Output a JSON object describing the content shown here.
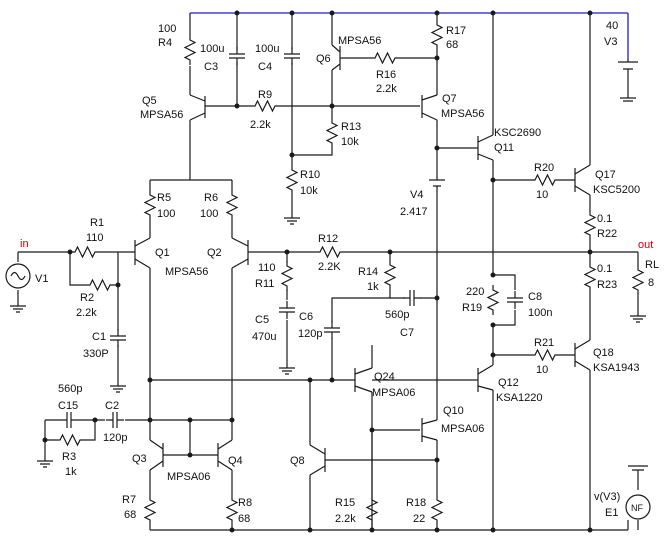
{
  "parts": {
    "R4": {
      "name": "R4",
      "value": "100"
    },
    "C3": {
      "name": "C3",
      "value": "100u"
    },
    "C4": {
      "name": "C4",
      "value": "100u"
    },
    "Q6": {
      "name": "Q6",
      "model": "MPSA56"
    },
    "R16": {
      "name": "R16",
      "value": "2.2k"
    },
    "R17": {
      "name": "R17",
      "value": "68"
    },
    "Q5": {
      "name": "Q5",
      "model": "MPSA56"
    },
    "R9": {
      "name": "R9",
      "value": "2.2k"
    },
    "Q7": {
      "name": "Q7",
      "model": "MPSA56"
    },
    "R13": {
      "name": "R13",
      "value": "10k"
    },
    "R10": {
      "name": "R10",
      "value": "10k"
    },
    "Q11": {
      "name": "Q11",
      "model": "KSC2690"
    },
    "V4": {
      "name": "V4",
      "value": "2.417"
    },
    "R20": {
      "name": "R20",
      "value": "10"
    },
    "Q17": {
      "name": "Q17",
      "model": "KSC5200"
    },
    "R22": {
      "name": "R22",
      "value": "0.1"
    },
    "R5": {
      "name": "R5",
      "value": "100"
    },
    "R6": {
      "name": "R6",
      "value": "100"
    },
    "R1": {
      "name": "R1",
      "value": "110"
    },
    "Q1": {
      "name": "Q1"
    },
    "Q2": {
      "name": "Q2"
    },
    "Q1Q2_model": "MPSA56",
    "R12": {
      "name": "R12",
      "value": "2.2K"
    },
    "R11": {
      "name": "R11",
      "value": "110"
    },
    "R14": {
      "name": "R14",
      "value": "1k"
    },
    "R2": {
      "name": "R2",
      "value": "2.2k"
    },
    "V1": {
      "name": "V1"
    },
    "C5": {
      "name": "C5",
      "value": "470u"
    },
    "C6": {
      "name": "C6",
      "value": "120p"
    },
    "C7": {
      "name": "C7",
      "value": "560p"
    },
    "R19": {
      "name": "R19",
      "value": "220"
    },
    "C8": {
      "name": "C8",
      "value": "100n"
    },
    "R23": {
      "name": "R23",
      "value": "0.1"
    },
    "RL": {
      "name": "RL",
      "value": "8"
    },
    "C1": {
      "name": "C1",
      "value": "330P"
    },
    "Q24": {
      "name": "Q24",
      "model": "MPSA06"
    },
    "Q12": {
      "name": "Q12",
      "model": "KSA1220"
    },
    "R21": {
      "name": "R21",
      "value": "10"
    },
    "Q18": {
      "name": "Q18",
      "model": "KSA1943"
    },
    "C15": {
      "name": "C15",
      "value": "560p"
    },
    "C2": {
      "name": "C2",
      "value": "120p"
    },
    "R3": {
      "name": "R3",
      "value": "1k"
    },
    "Q3": {
      "name": "Q3"
    },
    "Q4": {
      "name": "Q4"
    },
    "Q3Q4_model": "MPSA06",
    "Q10": {
      "name": "Q10",
      "model": "MPSA06"
    },
    "Q8": {
      "name": "Q8"
    },
    "R7": {
      "name": "R7",
      "value": "68"
    },
    "R8": {
      "name": "R8",
      "value": "68"
    },
    "R15": {
      "name": "R15",
      "value": "2.2k"
    },
    "R18": {
      "name": "R18",
      "value": "22"
    },
    "V3": {
      "name": "V3",
      "value": "40"
    },
    "E1": {
      "name": "E1",
      "value": "v(V3)",
      "symbol": "NF"
    }
  },
  "nets": {
    "in": "in",
    "out": "out"
  },
  "colors": {
    "rail": "#1c1cd6",
    "net_label": "#d00000",
    "wire": "#1a1a1a"
  }
}
